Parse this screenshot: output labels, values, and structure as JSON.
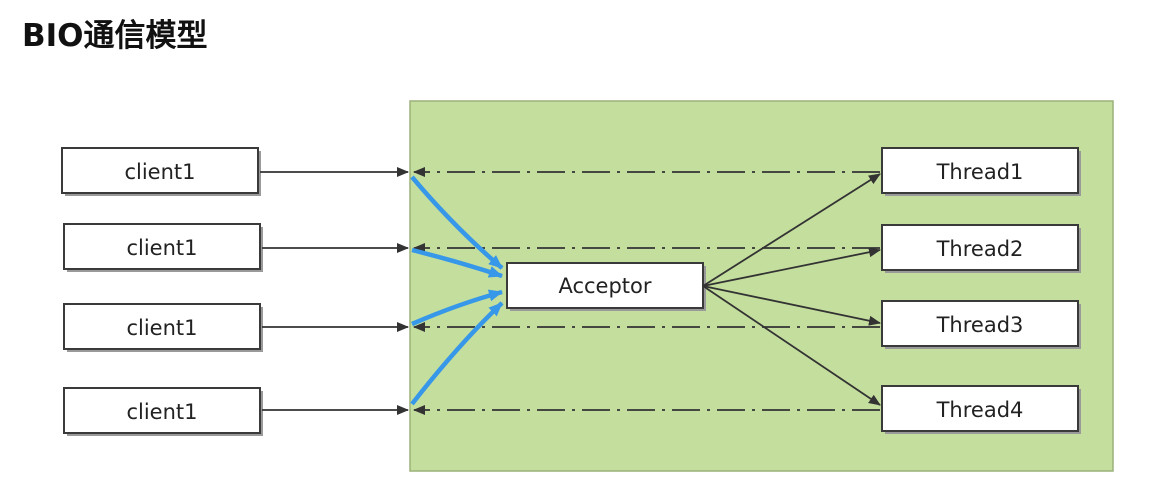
{
  "title": "BIO通信模型",
  "colors": {
    "server_area_fill": "#c4de9e",
    "server_area_stroke": "#9bb07a",
    "box_fill": "#ffffff",
    "box_stroke": "#3a3a3a",
    "arrow_dark": "#333333",
    "arrow_blue": "#3797e8"
  },
  "clients": [
    {
      "label": "client1"
    },
    {
      "label": "client1"
    },
    {
      "label": "client1"
    },
    {
      "label": "client1"
    }
  ],
  "acceptor": {
    "label": "Acceptor"
  },
  "threads": [
    {
      "label": "Thread1"
    },
    {
      "label": "Thread2"
    },
    {
      "label": "Thread3"
    },
    {
      "label": "Thread4"
    }
  ]
}
